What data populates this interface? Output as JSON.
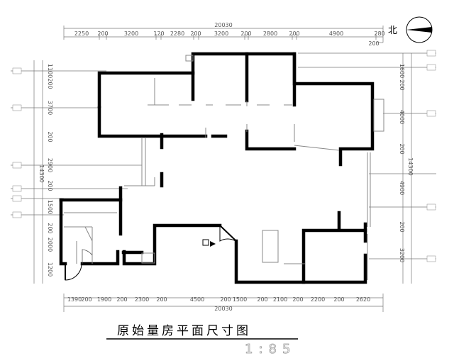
{
  "title": "原始量房平面尺寸图",
  "scale": "1:85",
  "north_label": "北",
  "top_total": "20030",
  "top_segments": [
    "2250",
    "200",
    "3200",
    "120",
    "2280",
    "200",
    "3200",
    "200",
    "2800",
    "200",
    "4900",
    "280"
  ],
  "top_extra": "200",
  "bottom_total": "20030",
  "bottom_segments": [
    "1390",
    "200",
    "1900",
    "200",
    "2300",
    "200",
    "4500",
    "200",
    "1500",
    "200",
    "2100",
    "200",
    "2200",
    "200",
    "2620"
  ],
  "left_total": "14300",
  "left_segments": [
    "1100",
    "200",
    "3700",
    "200",
    "2900",
    "200",
    "1500",
    "200",
    "2000",
    "1200"
  ],
  "right_total": "14300",
  "right_segments": [
    "1600",
    "200",
    "4000",
    "200",
    "4900",
    "200",
    "3200"
  ]
}
